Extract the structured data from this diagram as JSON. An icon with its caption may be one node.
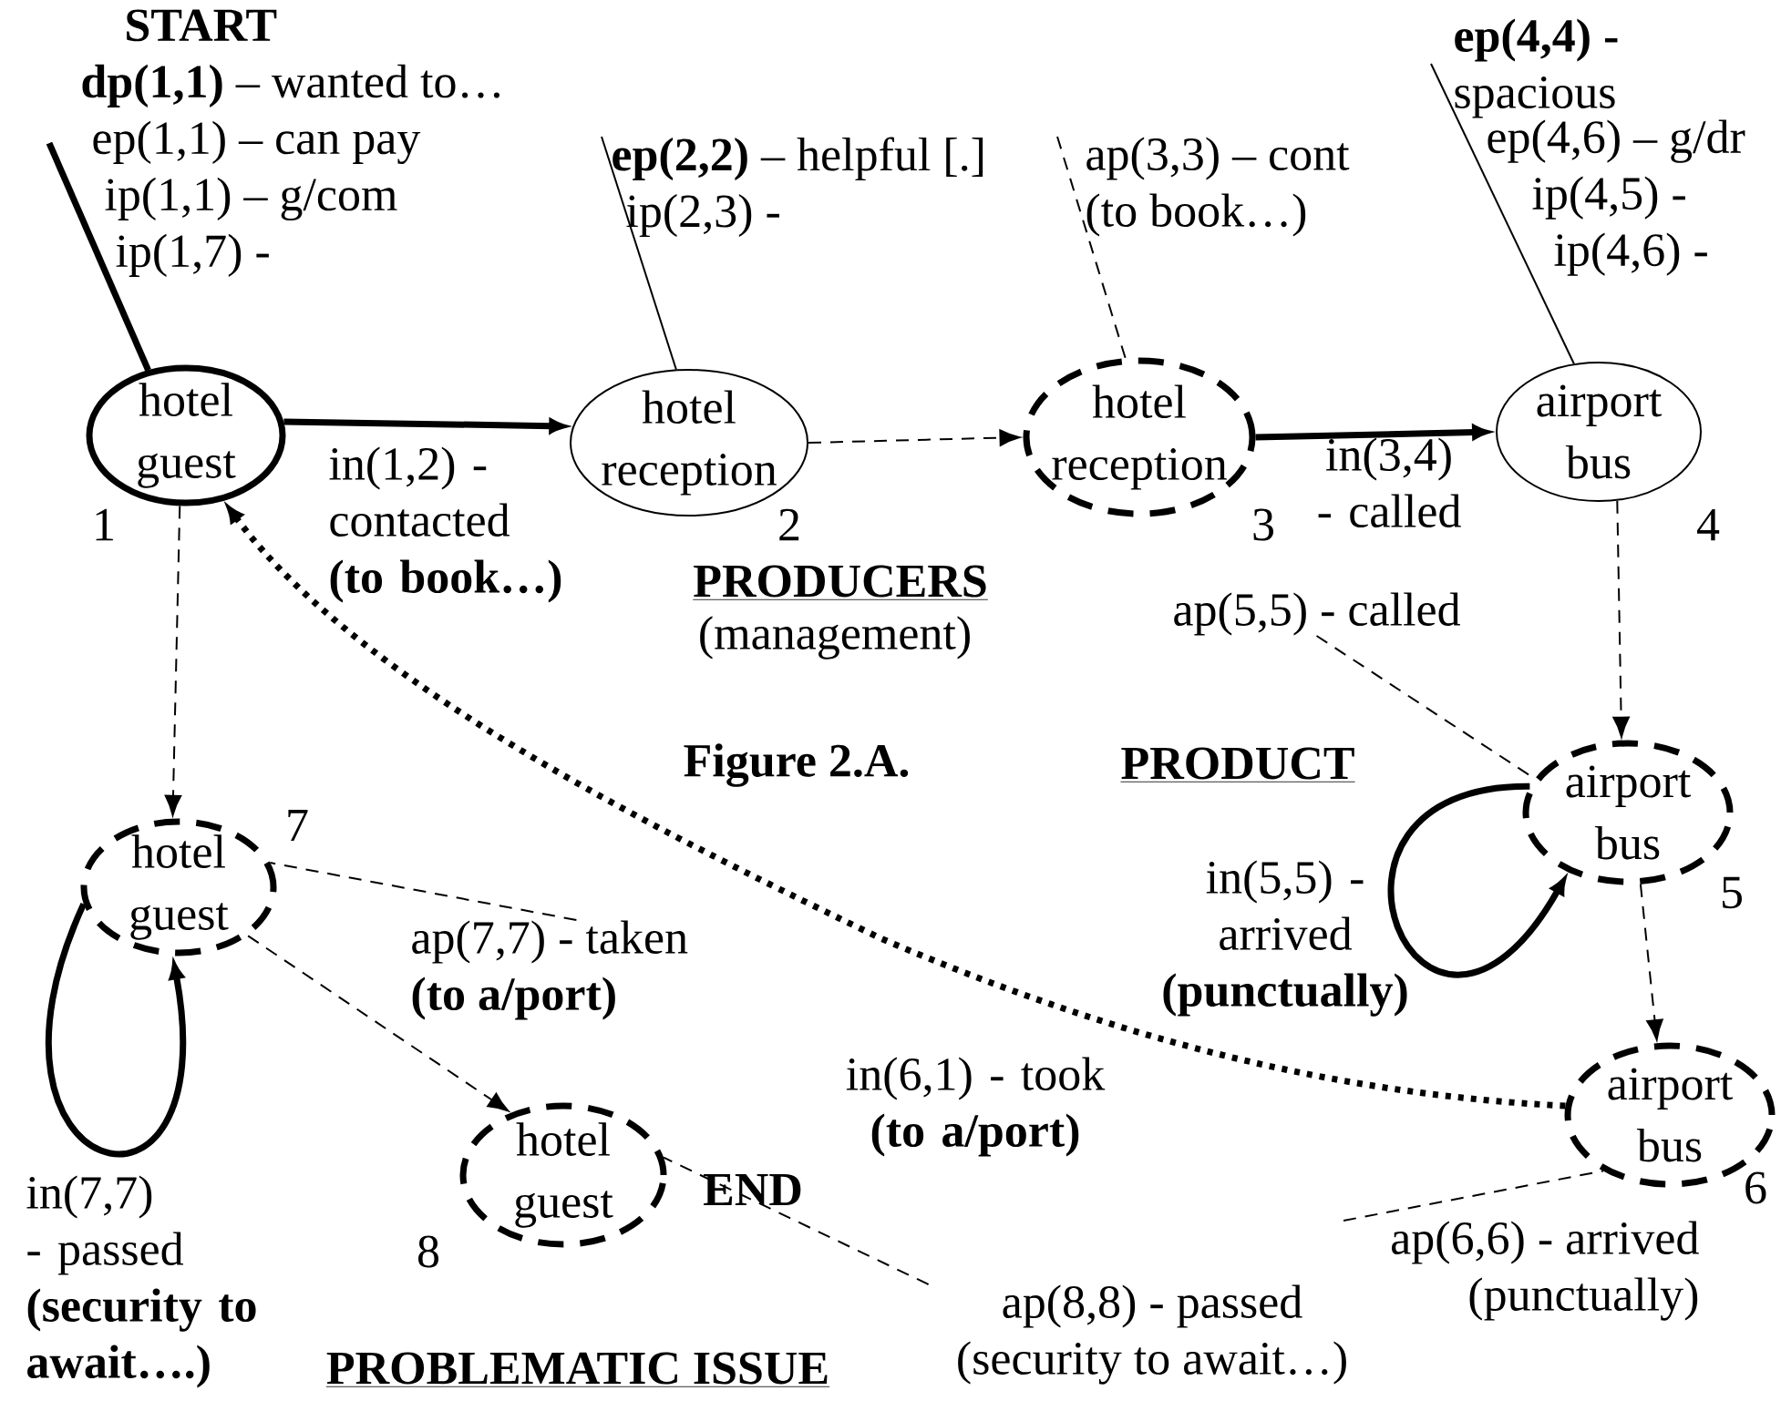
{
  "diagram": {
    "caption": "Figure 2.A.",
    "nodes": [
      {
        "text": [
          "hotel guest"
        ],
        "beside": [
          "1"
        ]
      },
      {
        "text": [
          "hotel reception"
        ],
        "beside": [
          "2"
        ]
      },
      {
        "text": [
          "hotel reception"
        ],
        "beside": [
          "3"
        ]
      },
      {
        "text": [
          "airport bus"
        ],
        "beside": [
          "4"
        ]
      },
      {
        "text": [
          "airport bus"
        ],
        "beside": [
          "5"
        ]
      },
      {
        "text": [
          "airport bus"
        ],
        "beside": [
          "6"
        ]
      },
      {
        "text": [
          "hotel guest"
        ],
        "beside": [
          "7"
        ]
      },
      {
        "text": [
          "hotel guest"
        ],
        "beside": [
          "8"
        ]
      },
      {
        "text": [
          "START",
          "**dp(1,1)** – wanted to…",
          "ep(1,1) – can pay",
          "ip(1,1) – g/com",
          "ip(1,7) -"
        ]
      },
      {
        "text": [
          "**ep(2,2)** – helpful [.]",
          "ip(2,3) -"
        ]
      },
      {
        "text": [
          "ap(3,3) – cont (to book…)"
        ]
      },
      {
        "text": [
          "**ep(4,4) -** spacious",
          "ep(4,6) – g/dr",
          "ip(4,5) -",
          "ip(4,6) -"
        ]
      },
      {
        "text": [
          "ap(5,5) - called"
        ]
      },
      {
        "text": [
          "ap(7,7) - taken **(to a/port)**"
        ]
      },
      {
        "text": [
          "ap(8,8) - passed (security to await…)"
        ]
      },
      {
        "text": [
          "ap(6,6) - arrived (punctually)"
        ]
      }
    ],
    "edges": [
      {
        "from": 0,
        "to": 1,
        "arrow": "to",
        "style": "thick",
        "label": "in(1,2) - contacted **(to book…)**"
      },
      {
        "from": 1,
        "to": 2,
        "arrow": "to",
        "style": "dashed"
      },
      {
        "from": 2,
        "to": 3,
        "arrow": "to",
        "style": "thick",
        "label": "in(3,4) - called"
      },
      {
        "from": 3,
        "to": 4,
        "arrow": "to",
        "style": "dashed"
      },
      {
        "from": 4,
        "to": 4,
        "arrow": "to",
        "style": "thick",
        "label": "in(5,5) - arrived **(punctually)**"
      },
      {
        "from": 4,
        "to": 5,
        "arrow": "to",
        "style": "dashed"
      },
      {
        "from": 5,
        "to": 0,
        "arrow": "to",
        "style": "dashed",
        "label": "in(6,1) - took **(to a/port)**"
      },
      {
        "from": 0,
        "to": 6,
        "arrow": "to",
        "style": "dashed"
      },
      {
        "from": 6,
        "to": 6,
        "arrow": "to",
        "style": "thick",
        "label": "in(7,7) - passed **(security to await….)**"
      },
      {
        "from": 6,
        "to": 7,
        "arrow": "to",
        "style": "dashed"
      },
      {
        "from": 8,
        "to": 0,
        "arrow": "none",
        "style": "thick"
      },
      {
        "from": 9,
        "to": 1,
        "arrow": "none"
      },
      {
        "from": 10,
        "to": 2,
        "arrow": "none",
        "style": "dashed"
      },
      {
        "from": 11,
        "to": 3,
        "arrow": "none"
      },
      {
        "from": 12,
        "to": 4,
        "arrow": "none",
        "style": "dashed"
      },
      {
        "from": 13,
        "to": 6,
        "arrow": "none",
        "style": "dashed"
      },
      {
        "from": 14,
        "to": 7,
        "arrow": "none",
        "style": "dashed"
      },
      {
        "from": 15,
        "to": 5,
        "arrow": "none",
        "style": "dashed"
      }
    ],
    "labels": [
      "PRODUCERS",
      "(management)",
      "PRODUCT",
      "END",
      "PROBLEMATIC ISSUE"
    ]
  }
}
